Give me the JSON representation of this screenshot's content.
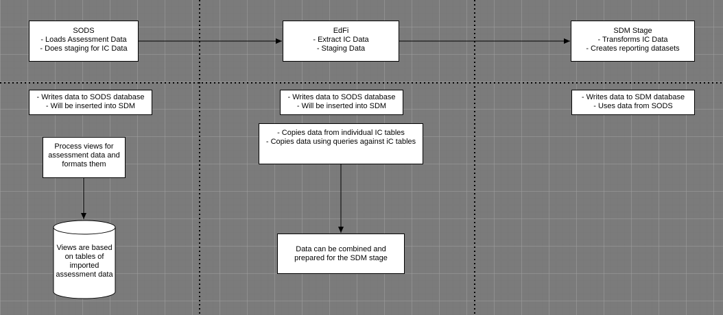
{
  "stages": {
    "sods": {
      "title": "SODS",
      "lines": [
        "- Loads Assessment Data",
        "- Does staging for IC Data"
      ]
    },
    "edfi": {
      "title": "EdFi",
      "lines": [
        "- Extract IC Data",
        "- Staging Data"
      ]
    },
    "sdm": {
      "title": "SDM Stage",
      "lines": [
        "- Transforms IC Data",
        "- Creates reporting datasets"
      ]
    }
  },
  "notes": {
    "sods": [
      "- Writes data to SODS database",
      "- Will be inserted into SDM"
    ],
    "edfi": [
      "- Writes data to SODS database",
      "- Will be inserted into SDM"
    ],
    "sdm": [
      "- Writes data to SDM database",
      "- Uses data from SODS"
    ]
  },
  "process_views": "Process views for assessment data and formats them",
  "views_cylinder": "Views are based on tables of imported assessment data",
  "copies": [
    "- Copies data from individual IC tables",
    "- Copies data using queries against iC tables"
  ],
  "combined": "Data can be combined and prepared for the SDM stage"
}
